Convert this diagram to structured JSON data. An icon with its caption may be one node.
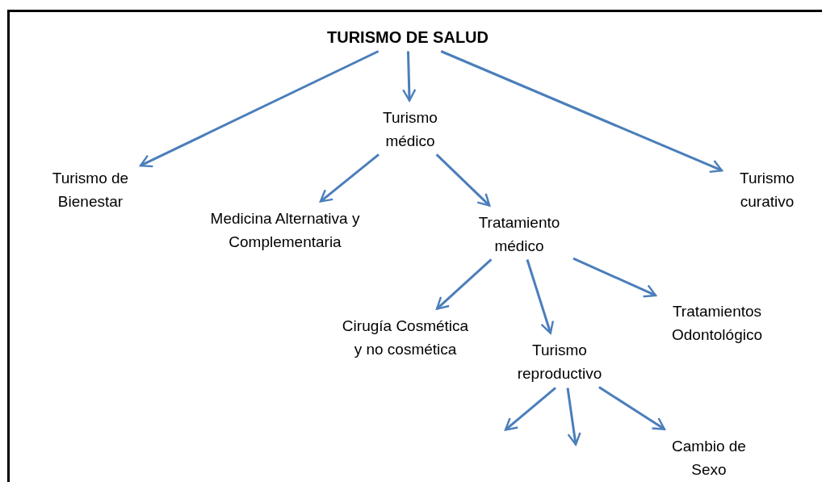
{
  "diagram": {
    "nodes": [
      {
        "text": [
          "TURISMO DE SALUD"
        ]
      },
      {
        "text": [
          "Turismo médico"
        ]
      },
      {
        "text": [
          "Turismo de Bienestar"
        ]
      },
      {
        "text": [
          "Turismo curativo"
        ]
      },
      {
        "text": [
          "Medicina Alternativa y Complementaria"
        ]
      },
      {
        "text": [
          "Tratamiento médico"
        ]
      },
      {
        "text": [
          "Cirugía Cosmética y no cosmética"
        ]
      },
      {
        "text": [
          "Tratamientos Odontológico"
        ]
      },
      {
        "text": [
          "Turismo reproductivo"
        ]
      },
      {
        "text": [
          "Cambio de Sexo"
        ]
      }
    ],
    "edges": [
      {
        "from": 0,
        "to": 2,
        "arrow": "to"
      },
      {
        "from": 0,
        "to": 1,
        "arrow": "to"
      },
      {
        "from": 0,
        "to": 3,
        "arrow": "to"
      },
      {
        "from": 1,
        "to": 4,
        "arrow": "to"
      },
      {
        "from": 1,
        "to": 5,
        "arrow": "to"
      },
      {
        "from": 5,
        "to": 6,
        "arrow": "to"
      },
      {
        "from": 5,
        "to": 8,
        "arrow": "to"
      },
      {
        "from": 5,
        "to": 7,
        "arrow": "to"
      },
      {
        "from": 8,
        "to": null,
        "arrow": "to"
      },
      {
        "from": 8,
        "to": null,
        "arrow": "to"
      },
      {
        "from": 8,
        "to": 9,
        "arrow": "to"
      }
    ]
  }
}
